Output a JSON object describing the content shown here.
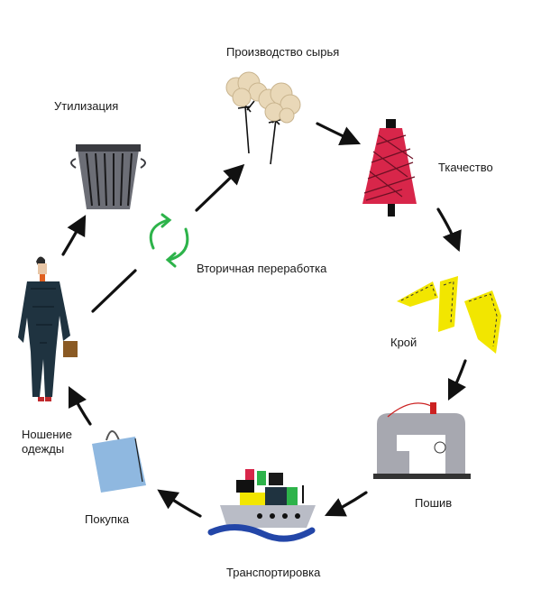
{
  "diagram": {
    "stages": [
      {
        "id": "raw",
        "label": "Производство сырья",
        "icon": "cotton-icon"
      },
      {
        "id": "weaving",
        "label": "Ткачество",
        "icon": "yarn-spool-icon"
      },
      {
        "id": "cutting",
        "label": "Крой",
        "icon": "pattern-pieces-icon"
      },
      {
        "id": "sewing",
        "label": "Пошив",
        "icon": "sewing-machine-icon"
      },
      {
        "id": "transport",
        "label": "Транспортировка",
        "icon": "cargo-ship-icon"
      },
      {
        "id": "purchase",
        "label": "Покупка",
        "icon": "shopping-bag-icon"
      },
      {
        "id": "wearing",
        "label": "Ношение\nодежды",
        "icon": "person-icon"
      },
      {
        "id": "disposal",
        "label": "Утилизация",
        "icon": "trash-bin-icon"
      }
    ],
    "recycling": {
      "label": "Вторичная переработка",
      "icon": "recycle-icon"
    },
    "colors": {
      "arrow": "#111111",
      "recycle": "#2db34a",
      "cotton": "#e9d8b8",
      "spool": "#d8264a",
      "pattern": "#f2e600",
      "machine": "#a7a8b0",
      "ship_hull": "#b9bcc6",
      "wave": "#2346a8",
      "bag": "#8fb8e0",
      "suit": "#1f3340",
      "bin": "#6c6e76"
    }
  }
}
